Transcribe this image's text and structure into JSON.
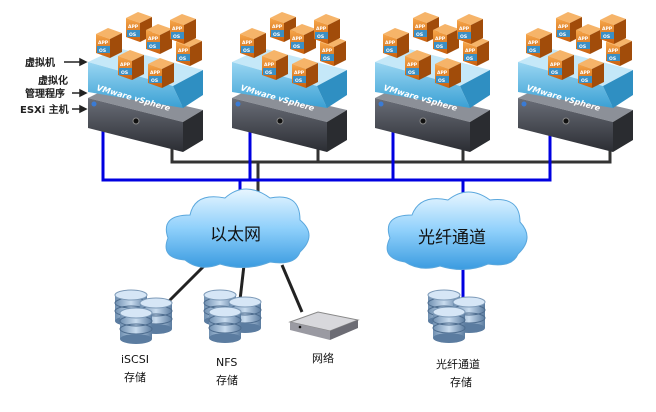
{
  "side_labels": {
    "vm": "虚拟机",
    "hypervisor_1": "虚拟化",
    "hypervisor_2": "管理程序",
    "host": "ESXi 主机"
  },
  "host_layer": {
    "vsphere": "VMware vSphere",
    "app": "APP",
    "os": "OS"
  },
  "clouds": {
    "ethernet": "以太网",
    "fibre_channel": "光纤通道"
  },
  "devices": {
    "iscsi_1": "iSCSI",
    "iscsi_2": "存储",
    "nfs_1": "NFS",
    "nfs_2": "存储",
    "network": "网络",
    "fc_1": "光纤通道",
    "fc_2": "存储"
  },
  "colors": {
    "san_link": "#0000e0",
    "lan_link": "#333333",
    "vm": "#e07b1e",
    "vsphere": "#5fb8e0",
    "cloud": "#4aa8e8"
  }
}
